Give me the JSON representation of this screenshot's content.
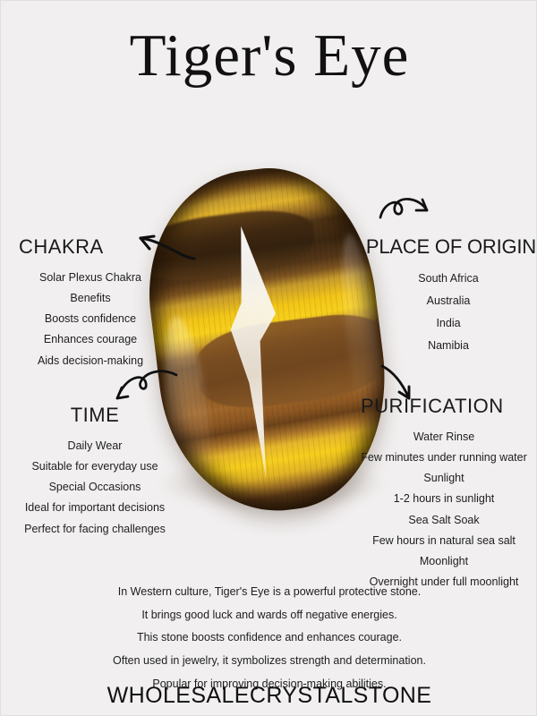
{
  "page": {
    "title": "Tiger's Eye",
    "background_color": "#f1efef",
    "text_color": "#1e1e1e",
    "brand": "WHOLESALECRYSTALSTONE"
  },
  "hero": {
    "image_alt": "tigers-eye-tumbled-stone",
    "colors": {
      "golden_band": "#f2c517",
      "amber_band": "#c79b2c",
      "brown_band": "#7a4a22",
      "dark_band": "#3c2711",
      "white_streak": "#faf8f3"
    }
  },
  "sections": [
    {
      "id": "chakra",
      "heading": "CHAKRA",
      "items": [
        "Solar Plexus Chakra",
        "Benefits",
        "Boosts confidence",
        "Enhances courage",
        "Aids decision-making"
      ]
    },
    {
      "id": "origin",
      "heading": "PLACE OF ORIGIN",
      "items": [
        "South Africa",
        "Australia",
        "India",
        "Namibia"
      ]
    },
    {
      "id": "time",
      "heading": "TIME",
      "items": [
        "Daily Wear",
        "Suitable for everyday use",
        "Special Occasions",
        "Ideal for important decisions",
        "Perfect for facing challenges"
      ]
    },
    {
      "id": "purification",
      "heading": "PURIFICATION",
      "items": [
        "Water Rinse",
        "Few minutes under running water",
        "Sunlight",
        "1-2 hours in sunlight",
        "Sea Salt Soak",
        "Few hours in natural sea salt",
        "Moonlight",
        "Overnight under full moonlight"
      ]
    }
  ],
  "arrows": [
    {
      "id": "arrow-chakra",
      "icon": "curved-arrow-left-icon",
      "points_to": "CHAKRA"
    },
    {
      "id": "arrow-origin",
      "icon": "looped-curl-arrow-right-icon",
      "points_to": "PLACE OF ORIGIN"
    },
    {
      "id": "arrow-time",
      "icon": "looped-curl-arrow-left-icon",
      "points_to": "TIME"
    },
    {
      "id": "arrow-purification",
      "icon": "curved-arrow-down-icon",
      "points_to": "PURIFICATION"
    }
  ],
  "blurb": [
    "In Western culture, Tiger's Eye is a powerful protective stone.",
    "It brings good luck and wards off negative energies.",
    "This stone boosts confidence and enhances courage.",
    "Often used in jewelry, it symbolizes strength and determination.",
    "Popular for improving decision-making abilities."
  ]
}
